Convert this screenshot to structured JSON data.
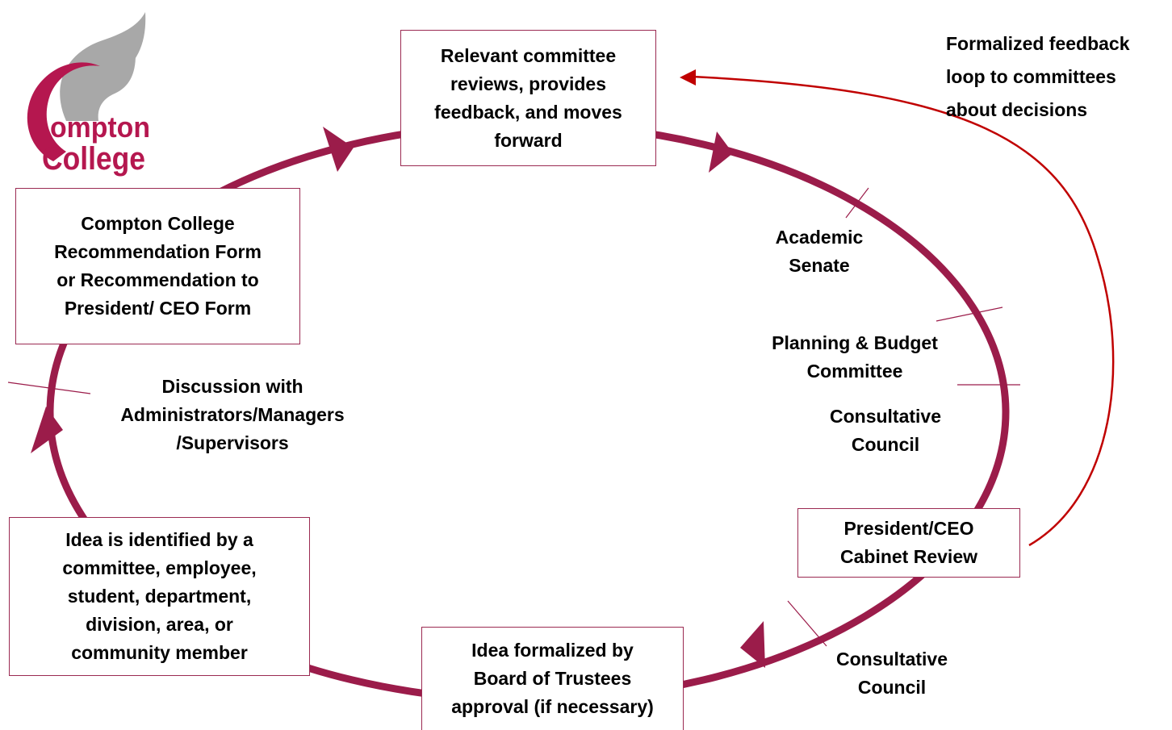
{
  "logo": {
    "line1": "ompton",
    "line2": "College",
    "colors": {
      "brand": "#b5174f",
      "swoosh": "#a8a8a8"
    }
  },
  "colors": {
    "cycle": "#9b1c4a",
    "box_border": "#9b2a52",
    "feedback_arrow": "#c00000",
    "divider": "#9b1c4a"
  },
  "boxes": {
    "relevant_committee": "Relevant committee\nreviews, provides\nfeedback, and moves\nforward",
    "recommendation_form": "Compton College\nRecommendation Form\nor Recommendation to\nPresident/ CEO Form",
    "idea_identified": "Idea is identified by a\ncommittee, employee,\nstudent, department,\ndivision, area, or\ncommunity member",
    "president_cabinet": "President/CEO\nCabinet Review",
    "board_trustees": "Idea formalized by\nBoard of Trustees\napproval (if necessary)"
  },
  "labels": {
    "discussion": "Discussion with\nAdministrators/Managers\n/Supervisors",
    "academic_senate": "Academic\nSenate",
    "planning_budget": "Planning & Budget\nCommittee",
    "consultative_council_upper": "Consultative\nCouncil",
    "consultative_council_lower": "Consultative\nCouncil",
    "feedback_loop": "Formalized feedback\nloop to committees\nabout decisions"
  }
}
